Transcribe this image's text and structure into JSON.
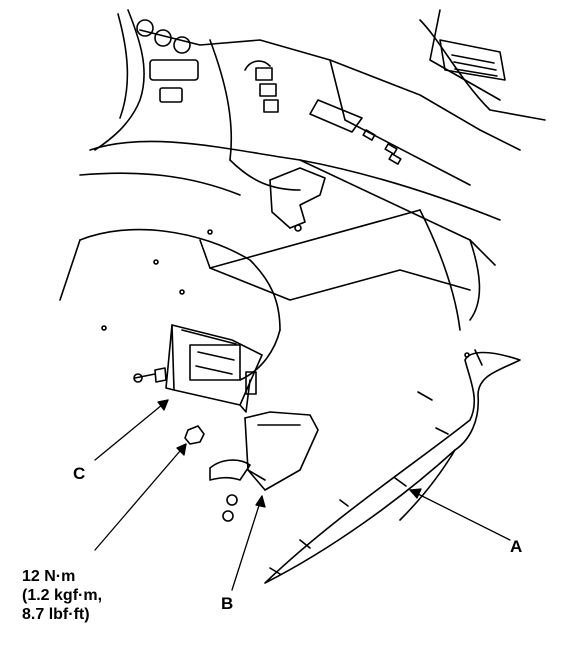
{
  "callouts": {
    "a": "A",
    "b": "B",
    "c": "C"
  },
  "torque_spec": {
    "line1": "12 N·m",
    "line2": "(1.2 kgf·m,",
    "line3": "8.7 lbf·ft)"
  },
  "colors": {
    "ink": "#000000",
    "paper": "#ffffff"
  }
}
